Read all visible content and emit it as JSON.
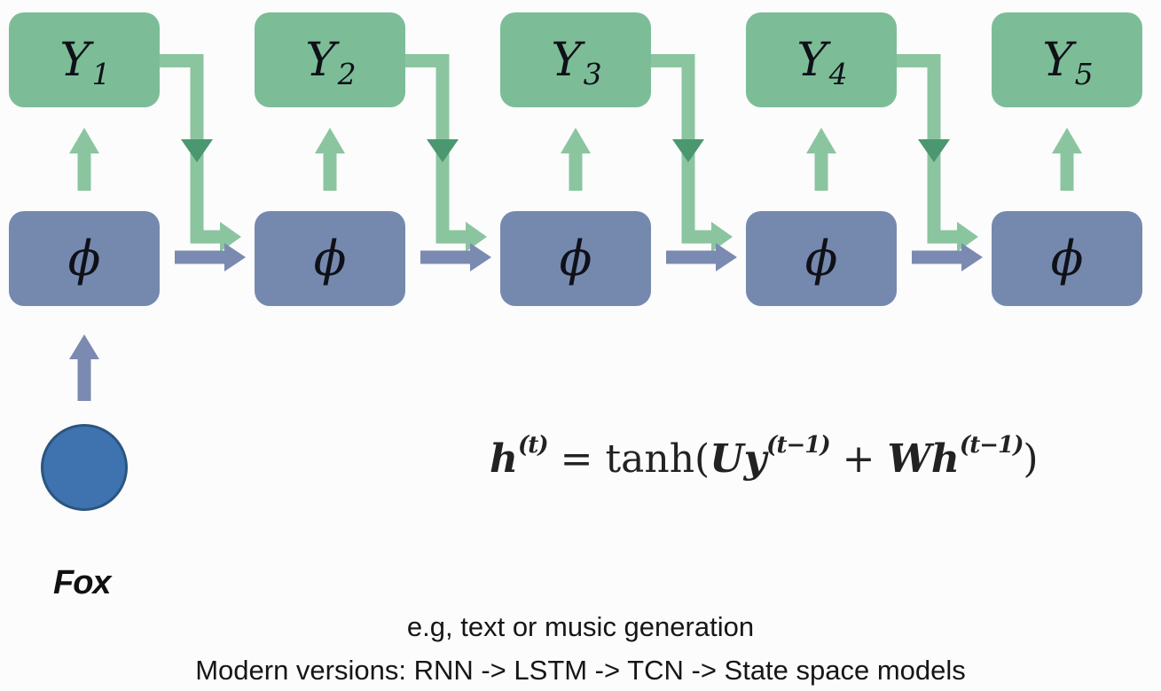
{
  "colors": {
    "bg": "#fcfcfc",
    "output-box": "#7cbd98",
    "unit-box": "#7589ae",
    "green-arrow": "#8bc5a0",
    "green-arrow-dark": "#4a9770",
    "blue-arrow": "#7b8ab0",
    "input-circle": "#3e73b0",
    "input-circle-border": "#2b5580",
    "node-text": "#101018"
  },
  "nodes": {
    "outputs": [
      {
        "base": "Y",
        "sub": "1"
      },
      {
        "base": "Y",
        "sub": "2"
      },
      {
        "base": "Y",
        "sub": "3"
      },
      {
        "base": "Y",
        "sub": "4"
      },
      {
        "base": "Y",
        "sub": "5"
      }
    ],
    "units": [
      "ϕ",
      "ϕ",
      "ϕ",
      "ϕ",
      "ϕ"
    ],
    "input_label": "Fox"
  },
  "formula": {
    "h": "h",
    "sup_t": "(t)",
    "eq": " = tanh(",
    "uy": "Uy",
    "sup_t1a": "(t−1)",
    "plus": " + ",
    "wh": "Wh",
    "sup_t1b": "(t−1)",
    "close": ")"
  },
  "captions": {
    "line1": "e.g, text or music generation",
    "line2": "Modern versions: RNN -> LSTM -> TCN -> State space models"
  }
}
